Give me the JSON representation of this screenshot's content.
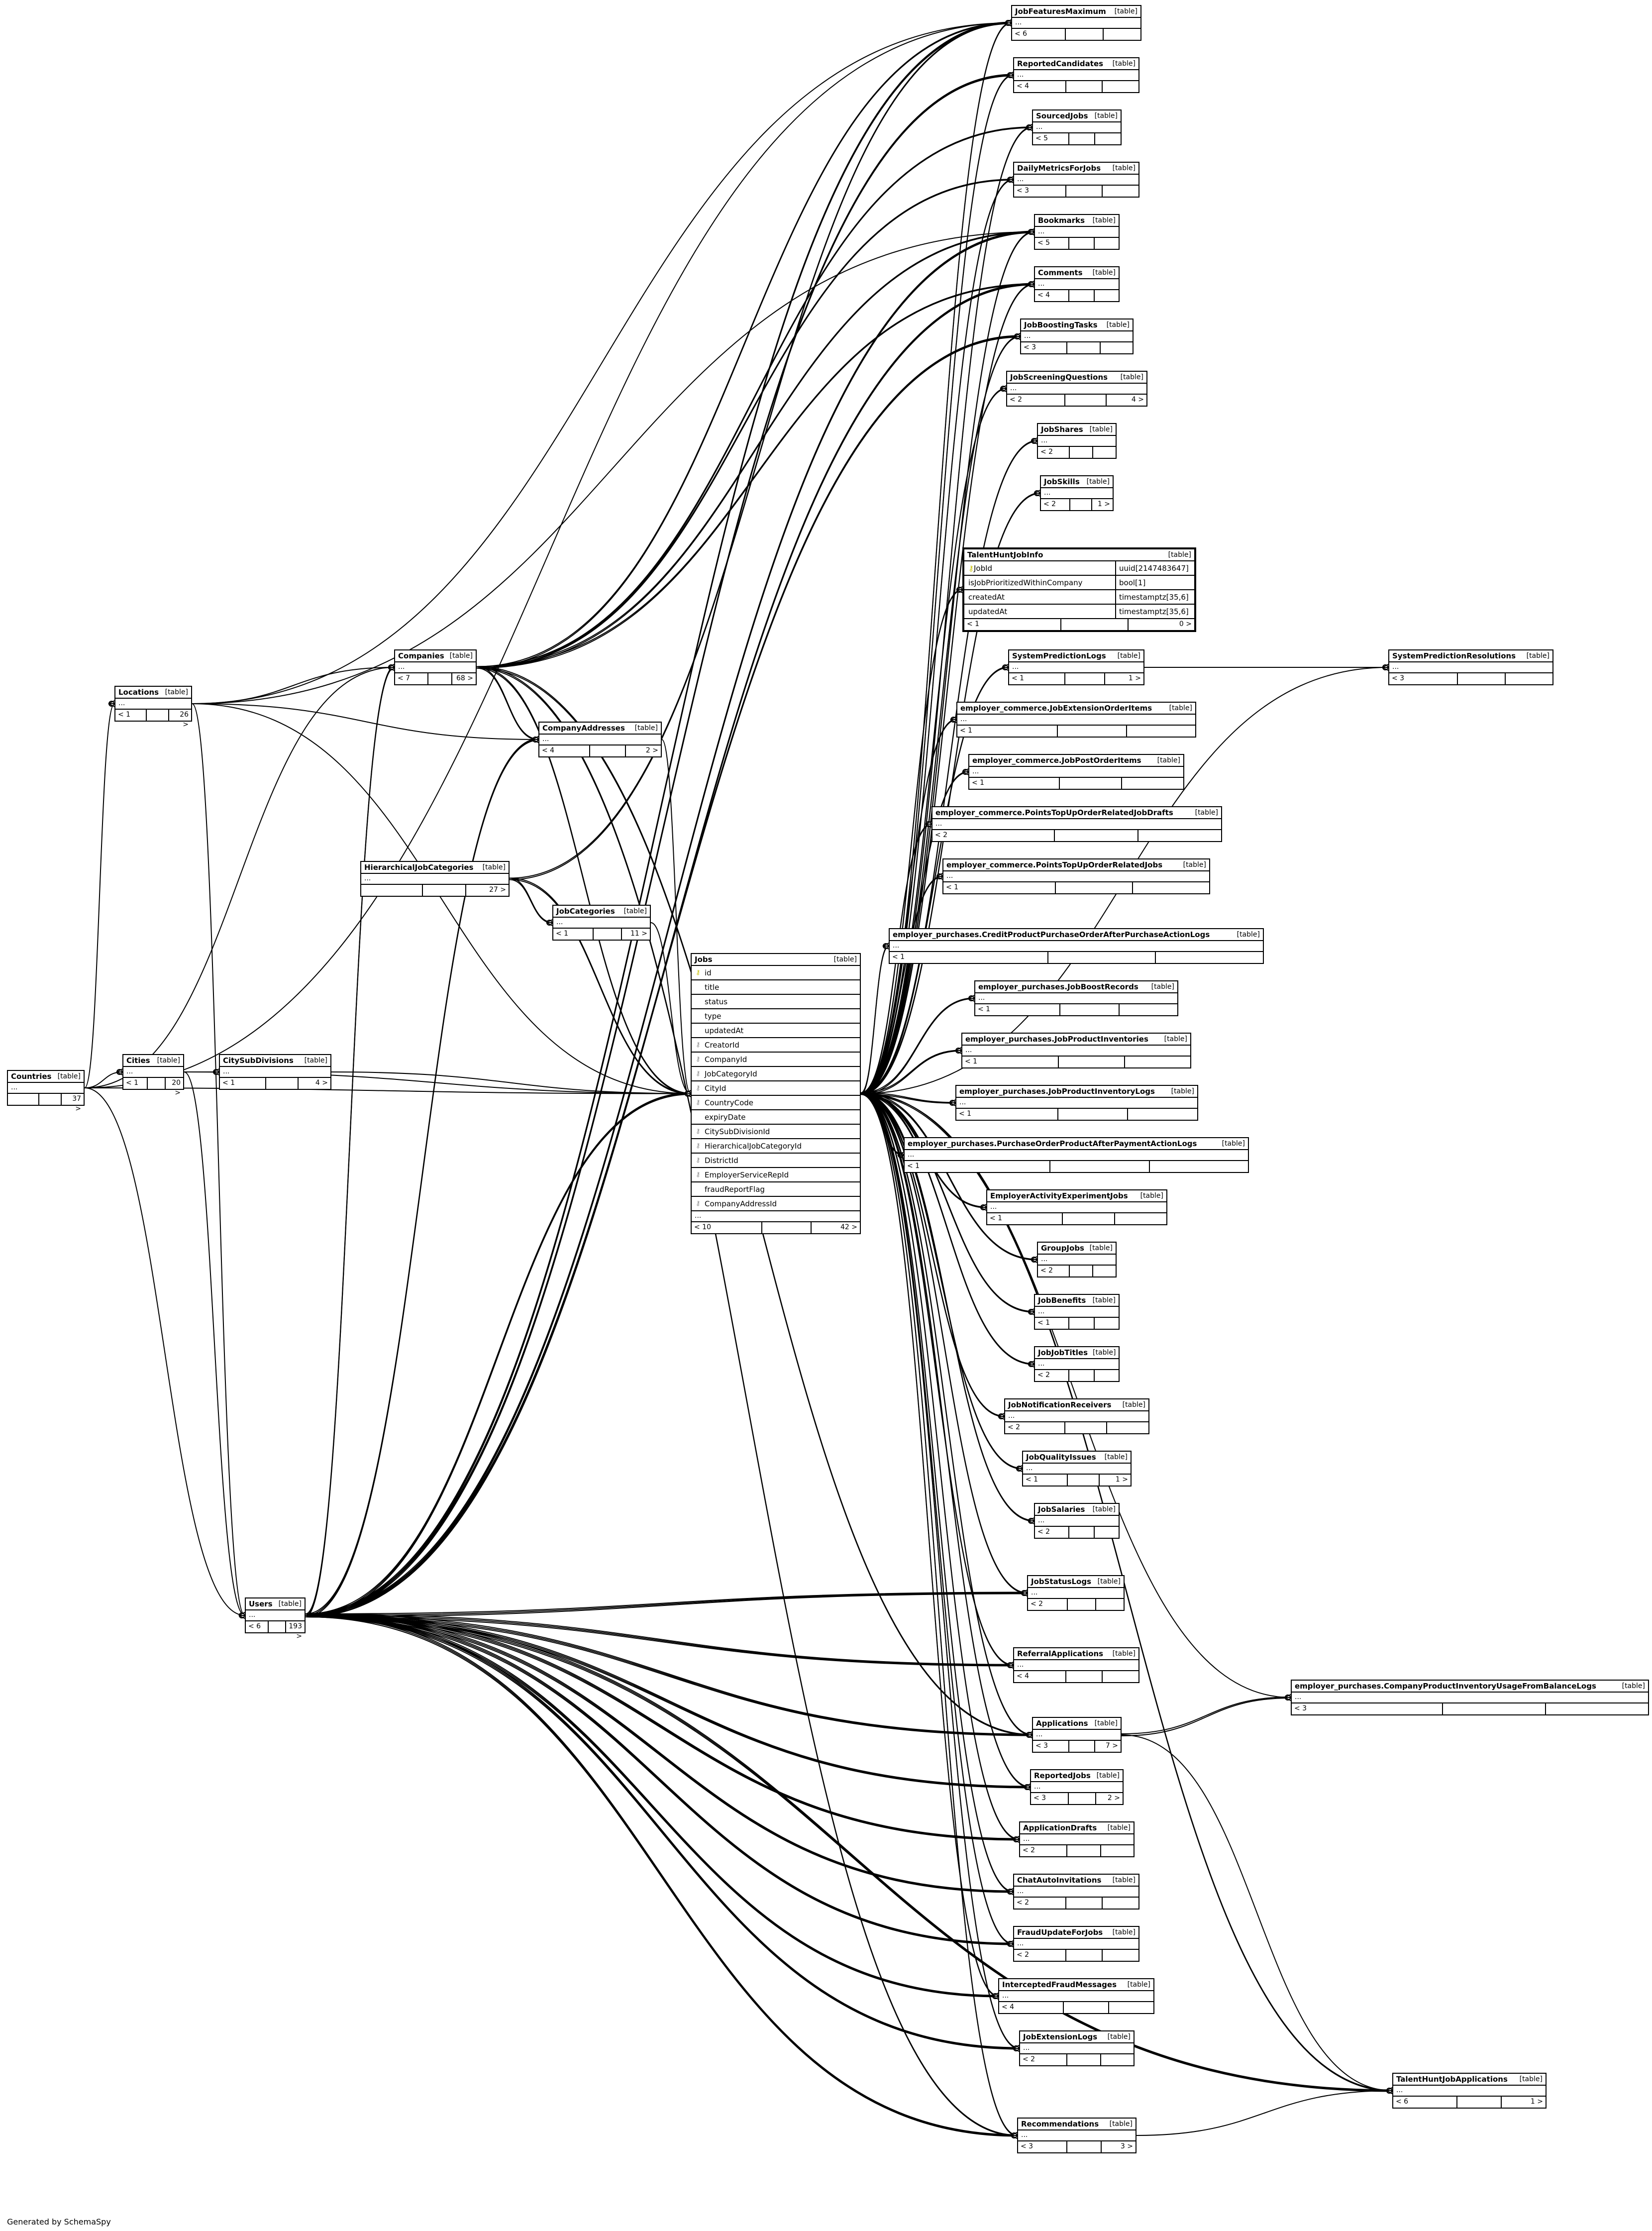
{
  "tables": [
    {
      "id": "jfm",
      "name": "JobFeaturesMaximum",
      "kind": "[table]",
      "footer": [
        "< 6",
        "",
        ""
      ]
    },
    {
      "id": "rcand",
      "name": "ReportedCandidates",
      "kind": "[table]",
      "footer": [
        "< 4",
        "",
        ""
      ]
    },
    {
      "id": "srcj",
      "name": "SourcedJobs",
      "kind": "[table]",
      "footer": [
        "< 5",
        "",
        ""
      ]
    },
    {
      "id": "dmj",
      "name": "DailyMetricsForJobs",
      "kind": "[table]",
      "footer": [
        "< 3",
        "",
        ""
      ]
    },
    {
      "id": "bkm",
      "name": "Bookmarks",
      "kind": "[table]",
      "footer": [
        "< 5",
        "",
        ""
      ]
    },
    {
      "id": "cmt",
      "name": "Comments",
      "kind": "[table]",
      "footer": [
        "< 4",
        "",
        ""
      ]
    },
    {
      "id": "jbt",
      "name": "JobBoostingTasks",
      "kind": "[table]",
      "footer": [
        "< 3",
        "",
        ""
      ]
    },
    {
      "id": "jsq",
      "name": "JobScreeningQuestions",
      "kind": "[table]",
      "footer": [
        "< 2",
        "",
        "4 >"
      ]
    },
    {
      "id": "jsh",
      "name": "JobShares",
      "kind": "[table]",
      "footer": [
        "< 2",
        "",
        ""
      ]
    },
    {
      "id": "jsk",
      "name": "JobSkills",
      "kind": "[table]",
      "footer": [
        "< 2",
        "",
        "1 >"
      ]
    },
    {
      "id": "spl",
      "name": "SystemPredictionLogs",
      "kind": "[table]",
      "footer": [
        "< 1",
        "",
        "1 >"
      ]
    },
    {
      "id": "eje",
      "name": "employer_commerce.JobExtensionOrderItems",
      "kind": "[table]",
      "footer": [
        "< 1",
        "",
        ""
      ]
    },
    {
      "id": "ejp",
      "name": "employer_commerce.JobPostOrderItems",
      "kind": "[table]",
      "footer": [
        "< 1",
        "",
        ""
      ]
    },
    {
      "id": "ptd",
      "name": "employer_commerce.PointsTopUpOrderRelatedJobDrafts",
      "kind": "[table]",
      "footer": [
        "< 2",
        "",
        ""
      ]
    },
    {
      "id": "ptj",
      "name": "employer_commerce.PointsTopUpOrderRelatedJobs",
      "kind": "[table]",
      "footer": [
        "< 1",
        "",
        ""
      ]
    },
    {
      "id": "cpp",
      "name": "employer_purchases.CreditProductPurchaseOrderAfterPurchaseActionLogs",
      "kind": "[table]",
      "footer": [
        "< 1",
        "",
        ""
      ]
    },
    {
      "id": "jbr",
      "name": "employer_purchases.JobBoostRecords",
      "kind": "[table]",
      "footer": [
        "< 1",
        "",
        ""
      ]
    },
    {
      "id": "jpi",
      "name": "employer_purchases.JobProductInventories",
      "kind": "[table]",
      "footer": [
        "< 1",
        "",
        ""
      ]
    },
    {
      "id": "jpil",
      "name": "employer_purchases.JobProductInventoryLogs",
      "kind": "[table]",
      "footer": [
        "< 1",
        "",
        ""
      ]
    },
    {
      "id": "pop",
      "name": "employer_purchases.PurchaseOrderProductAfterPaymentActionLogs",
      "kind": "[table]",
      "footer": [
        "< 1",
        "",
        ""
      ]
    },
    {
      "id": "eaej",
      "name": "EmployerActivityExperimentJobs",
      "kind": "[table]",
      "footer": [
        "< 1",
        "",
        ""
      ]
    },
    {
      "id": "grpj",
      "name": "GroupJobs",
      "kind": "[table]",
      "footer": [
        "< 2",
        "",
        ""
      ]
    },
    {
      "id": "jben",
      "name": "JobBenefits",
      "kind": "[table]",
      "footer": [
        "< 1",
        "",
        ""
      ]
    },
    {
      "id": "jjt",
      "name": "JobJobTitles",
      "kind": "[table]",
      "footer": [
        "< 2",
        "",
        ""
      ]
    },
    {
      "id": "jnr",
      "name": "JobNotificationReceivers",
      "kind": "[table]",
      "footer": [
        "< 2",
        "",
        ""
      ]
    },
    {
      "id": "jqi",
      "name": "JobQualityIssues",
      "kind": "[table]",
      "footer": [
        "< 1",
        "",
        "1 >"
      ]
    },
    {
      "id": "jsal",
      "name": "JobSalaries",
      "kind": "[table]",
      "footer": [
        "< 2",
        "",
        ""
      ]
    },
    {
      "id": "jstl",
      "name": "JobStatusLogs",
      "kind": "[table]",
      "footer": [
        "< 2",
        "",
        ""
      ]
    },
    {
      "id": "rfa",
      "name": "ReferralApplications",
      "kind": "[table]",
      "footer": [
        "< 4",
        "",
        ""
      ]
    },
    {
      "id": "apps",
      "name": "Applications",
      "kind": "[table]",
      "footer": [
        "< 3",
        "",
        "7 >"
      ]
    },
    {
      "id": "rjobs",
      "name": "ReportedJobs",
      "kind": "[table]",
      "footer": [
        "< 3",
        "",
        "2 >"
      ]
    },
    {
      "id": "adr",
      "name": "ApplicationDrafts",
      "kind": "[table]",
      "footer": [
        "< 2",
        "",
        ""
      ]
    },
    {
      "id": "cai",
      "name": "ChatAutoInvitations",
      "kind": "[table]",
      "footer": [
        "< 2",
        "",
        ""
      ]
    },
    {
      "id": "fuj",
      "name": "FraudUpdateForJobs",
      "kind": "[table]",
      "footer": [
        "< 2",
        "",
        ""
      ]
    },
    {
      "id": "ifm",
      "name": "InterceptedFraudMessages",
      "kind": "[table]",
      "footer": [
        "< 4",
        "",
        ""
      ]
    },
    {
      "id": "jel",
      "name": "JobExtensionLogs",
      "kind": "[table]",
      "footer": [
        "< 2",
        "",
        ""
      ]
    },
    {
      "id": "recs",
      "name": "Recommendations",
      "kind": "[table]",
      "footer": [
        "< 3",
        "",
        "3 >"
      ]
    },
    {
      "id": "spr",
      "name": "SystemPredictionResolutions",
      "kind": "[table]",
      "footer": [
        "< 3",
        "",
        ""
      ]
    },
    {
      "id": "cpil",
      "name": "employer_purchases.CompanyProductInventoryUsageFromBalanceLogs",
      "kind": "[table]",
      "footer": [
        "< 3",
        "",
        ""
      ]
    },
    {
      "id": "thja",
      "name": "TalentHuntJobApplications",
      "kind": "[table]",
      "footer": [
        "< 6",
        "",
        "1 >"
      ]
    },
    {
      "id": "comp",
      "name": "Companies",
      "kind": "[table]",
      "footer": [
        "< 7",
        "",
        "68 >"
      ]
    },
    {
      "id": "loc",
      "name": "Locations",
      "kind": "[table]",
      "footer": [
        "< 1",
        "",
        "26 >"
      ]
    },
    {
      "id": "caddr",
      "name": "CompanyAddresses",
      "kind": "[table]",
      "footer": [
        "< 4",
        "",
        "2 >"
      ]
    },
    {
      "id": "hjc",
      "name": "HierarchicalJobCategories",
      "kind": "[table]",
      "footer": [
        "",
        "",
        "27 >"
      ]
    },
    {
      "id": "jcat",
      "name": "JobCategories",
      "kind": "[table]",
      "footer": [
        "< 1",
        "",
        "11 >"
      ]
    },
    {
      "id": "ctry",
      "name": "Countries",
      "kind": "[table]",
      "footer": [
        "",
        "",
        "37 >"
      ]
    },
    {
      "id": "city",
      "name": "Cities",
      "kind": "[table]",
      "footer": [
        "< 1",
        "",
        "20 >"
      ]
    },
    {
      "id": "csd",
      "name": "CitySubDivisions",
      "kind": "[table]",
      "footer": [
        "< 1",
        "",
        "4 >"
      ]
    },
    {
      "id": "users",
      "name": "Users",
      "kind": "[table]",
      "footer": [
        "< 6",
        "",
        "193 >"
      ]
    }
  ],
  "ellipsis": "...",
  "focus": {
    "name": "TalentHuntJobInfo",
    "kind": "[table]",
    "columns": [
      {
        "name": "JobId",
        "type": "uuid[2147483647]",
        "pk": true
      },
      {
        "name": "isJobPrioritizedWithinCompany",
        "type": "bool[1]"
      },
      {
        "name": "createdAt",
        "type": "timestamptz[35,6]"
      },
      {
        "name": "updatedAt",
        "type": "timestamptz[35,6]"
      }
    ],
    "footer": [
      "< 1",
      "",
      "0 >"
    ]
  },
  "jobs": {
    "name": "Jobs",
    "kind": "[table]",
    "columns": [
      {
        "name": "id",
        "pk": true
      },
      {
        "name": "title"
      },
      {
        "name": "status"
      },
      {
        "name": "type"
      },
      {
        "name": "updatedAt"
      },
      {
        "name": "CreatorId",
        "fk": true
      },
      {
        "name": "CompanyId",
        "fk": true
      },
      {
        "name": "JobCategoryId",
        "fk": true
      },
      {
        "name": "CityId",
        "fk": true
      },
      {
        "name": "CountryCode",
        "fk": true
      },
      {
        "name": "expiryDate"
      },
      {
        "name": "CitySubDivisionId",
        "fk": true
      },
      {
        "name": "HierarchicalJobCategoryId",
        "fk": true
      },
      {
        "name": "DistrictId",
        "fk": true
      },
      {
        "name": "EmployerServiceRepId",
        "fk": true
      },
      {
        "name": "fraudReportFlag"
      },
      {
        "name": "CompanyAddressId",
        "fk": true
      }
    ],
    "footer": [
      "< 10",
      "",
      "42 >"
    ]
  },
  "credit": "Generated by SchemaSpy"
}
